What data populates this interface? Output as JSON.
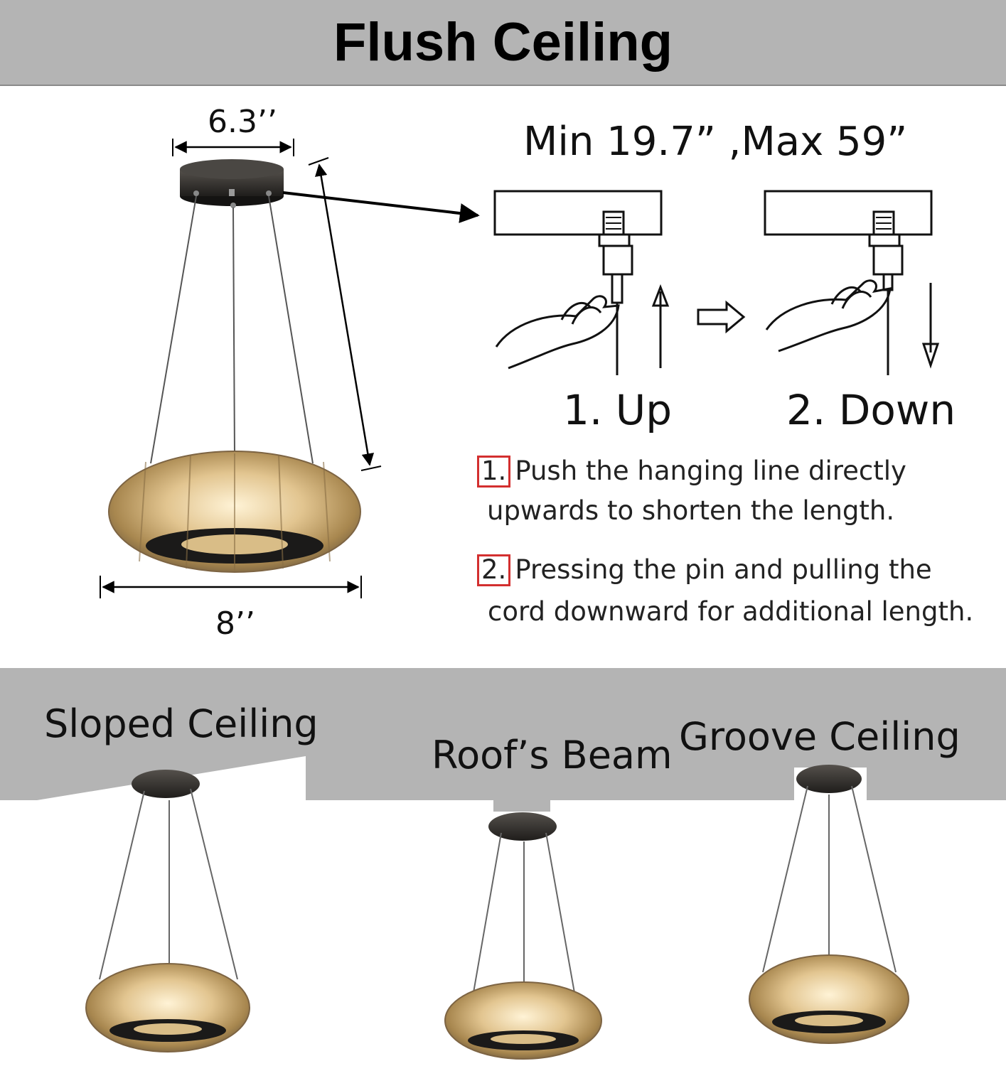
{
  "title": "Flush Ceiling",
  "dimensions": {
    "canopy_width": "6.3’’",
    "shade_width": "8’’"
  },
  "adjust_range": "Min 19.7” ,Max 59”",
  "steps": [
    {
      "label": "1. Up"
    },
    {
      "label": "2. Down"
    }
  ],
  "instructions": [
    {
      "number": "1.",
      "line1": "Push the hanging line directly",
      "line2": "upwards to shorten the length."
    },
    {
      "number": "2.",
      "line1": "Pressing the pin and pulling the",
      "line2": "cord downward for additional length."
    }
  ],
  "ceiling_types": [
    {
      "label": "Sloped Ceiling"
    },
    {
      "label": "Roof’s Beam"
    },
    {
      "label": "Groove Ceiling"
    }
  ],
  "colors": {
    "band_gray": "#b4b4b4",
    "callout_red": "#d32f2f",
    "canopy": "#2c2a28",
    "crystal": "#c9a870"
  }
}
